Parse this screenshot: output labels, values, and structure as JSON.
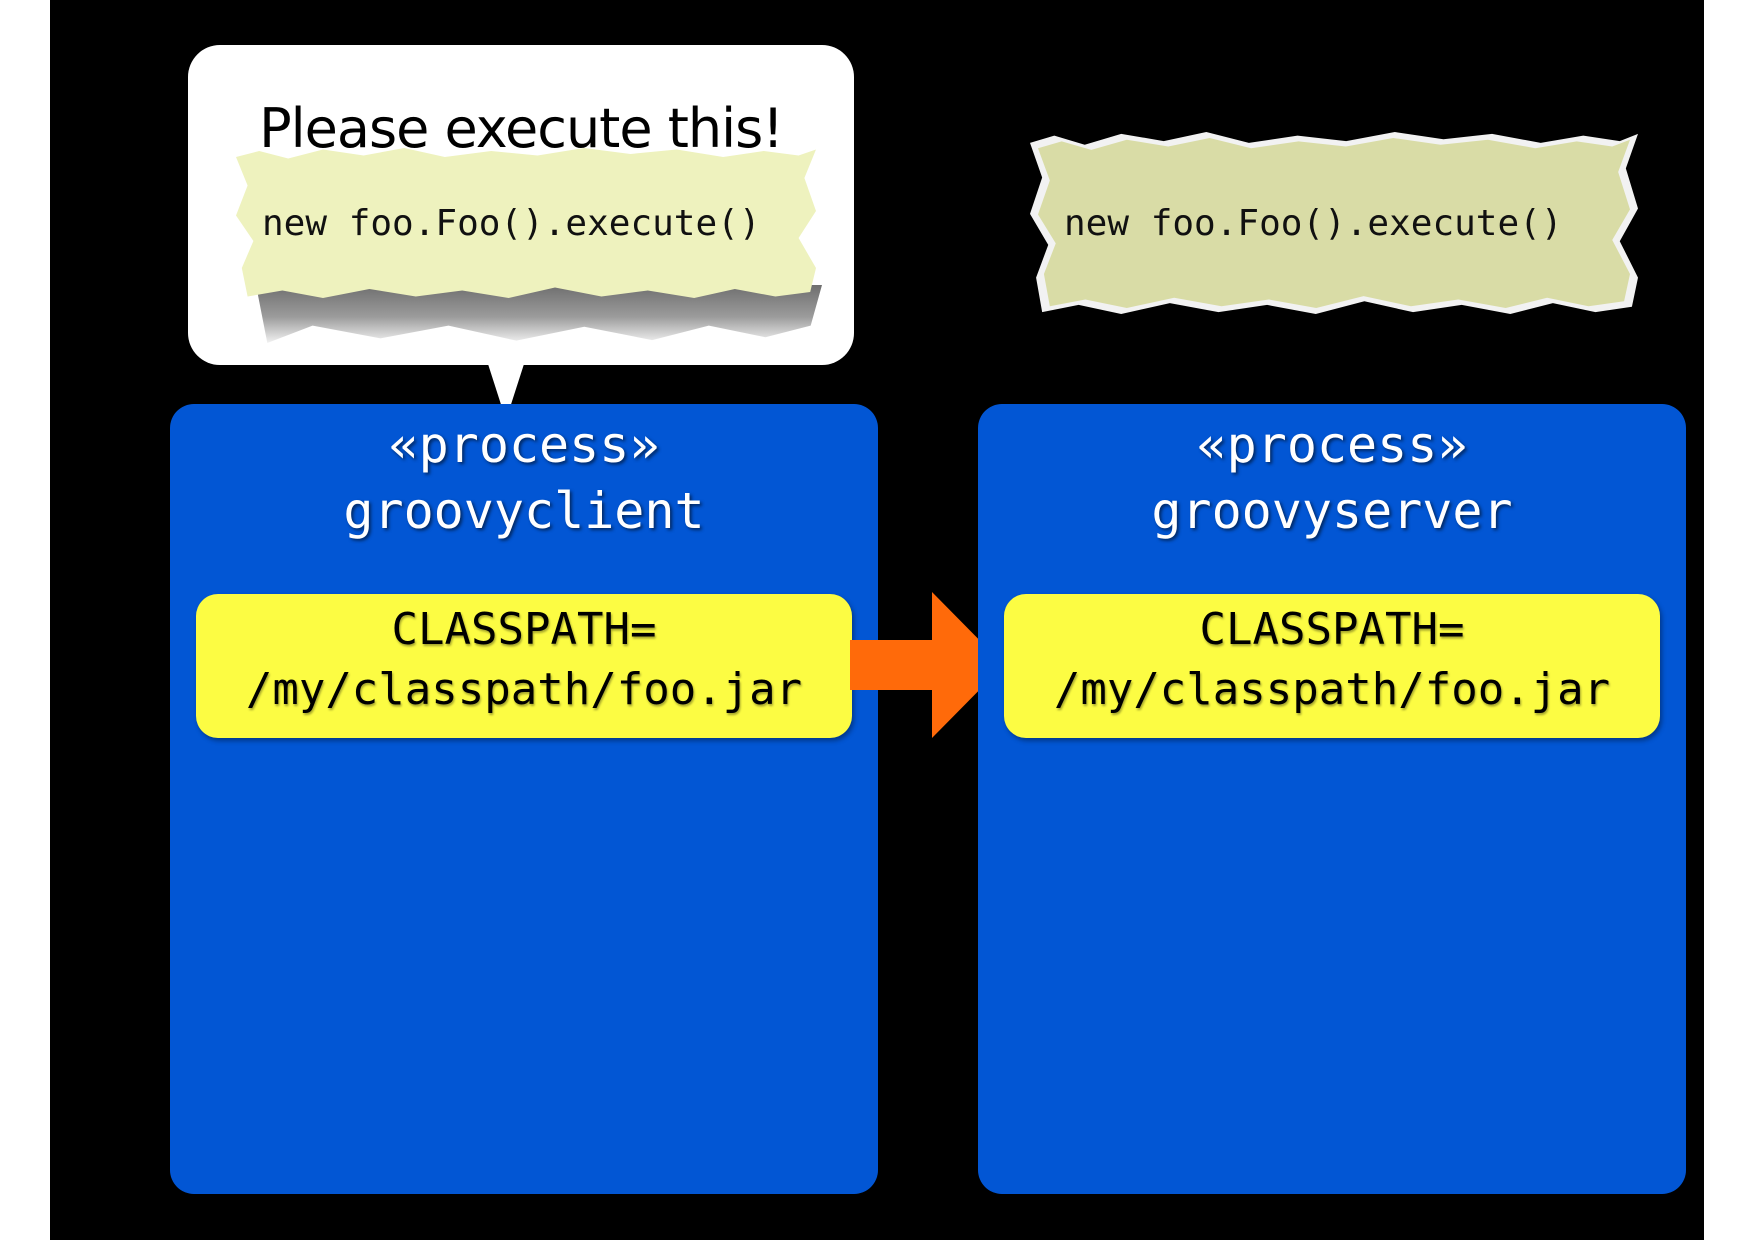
{
  "bubble": {
    "title": "Please execute this!",
    "code": "new foo.Foo().execute()"
  },
  "server_note": {
    "code": "new foo.Foo().execute()"
  },
  "processes": [
    {
      "stereotype": "«process»",
      "name": "groovyclient",
      "classpath_label": "CLASSPATH=",
      "classpath_value": "/my/classpath/foo.jar"
    },
    {
      "stereotype": "«process»",
      "name": "groovyserver",
      "classpath_label": "CLASSPATH=",
      "classpath_value": "/my/classpath/foo.jar"
    }
  ],
  "colors": {
    "background": "#000000",
    "process_box": "#0256d4",
    "classpath_box": "#fcfc43",
    "arrow": "#ff6a0a",
    "paper_left": "#eef2be",
    "paper_right": "#d9dca6"
  }
}
